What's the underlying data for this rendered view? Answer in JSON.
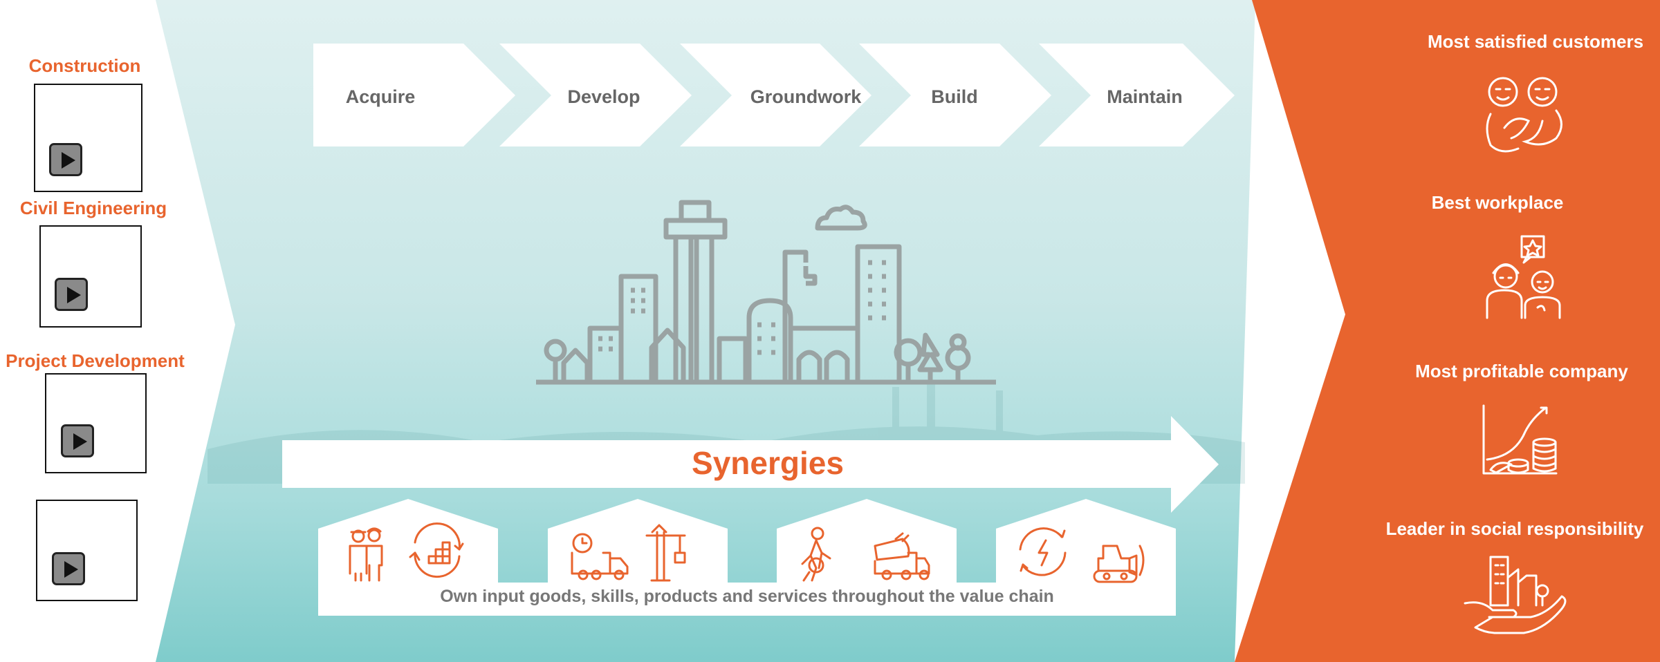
{
  "colors": {
    "accent": "#e8642e",
    "teal_light": "#d8eeef",
    "teal": "#7ecfcf",
    "text_grey": "#666666"
  },
  "videos": [
    {
      "label": "Construction",
      "icon": "play-icon"
    },
    {
      "label": "Civil Engineering",
      "icon": "play-icon"
    },
    {
      "label": "Project Development",
      "icon": "play-icon"
    },
    {
      "label": "",
      "icon": "play-icon"
    }
  ],
  "value_chain": {
    "steps": [
      "Acquire",
      "Develop",
      "Groundwork",
      "Build",
      "Maintain"
    ]
  },
  "synergies": {
    "label": "Synergies",
    "caption": "Own input goods, skills, products and services throughout the value chain",
    "icon_groups": [
      [
        "worker-people-icon",
        "recycle-blocks-icon"
      ],
      [
        "delivery-truck-icon",
        "crane-icon"
      ],
      [
        "road-worker-icon",
        "concrete-mixer-icon"
      ],
      [
        "energy-cycle-icon",
        "bulldozer-icon"
      ]
    ]
  },
  "goals": [
    {
      "label": "Most satisfied customers",
      "icon": "satisfied-customers-icon"
    },
    {
      "label": "Best workplace",
      "icon": "workplace-icon"
    },
    {
      "label": "Most profitable company",
      "icon": "profit-chart-icon"
    },
    {
      "label": "Leader in social responsibility",
      "icon": "social-responsibility-icon"
    }
  ]
}
